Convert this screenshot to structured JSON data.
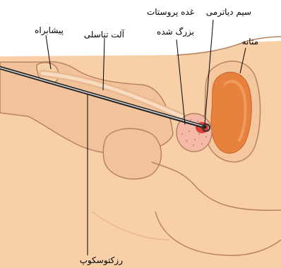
{
  "labels": {
    "urethra": "پیشابراه",
    "penis": "آلت تناسلی",
    "enlarged_prostate_line1": "غده پروستات",
    "enlarged_prostate_line2": "بزرگ شده",
    "diathermy_wire": "سیم دیاترمی",
    "bladder": "مثانه",
    "resectoscope": "رزکتوسکوپ"
  },
  "colors": {
    "skin": "#f7d0a8",
    "skin_dark": "#e9b890",
    "outline": "#b8845e",
    "bladder_wall": "#f4c79f",
    "bladder_inner": "#e9813e",
    "prostate": "#f5b9a8",
    "prostate_core": "#e0403a",
    "instrument": "#222222",
    "leader_line": "#000000"
  }
}
